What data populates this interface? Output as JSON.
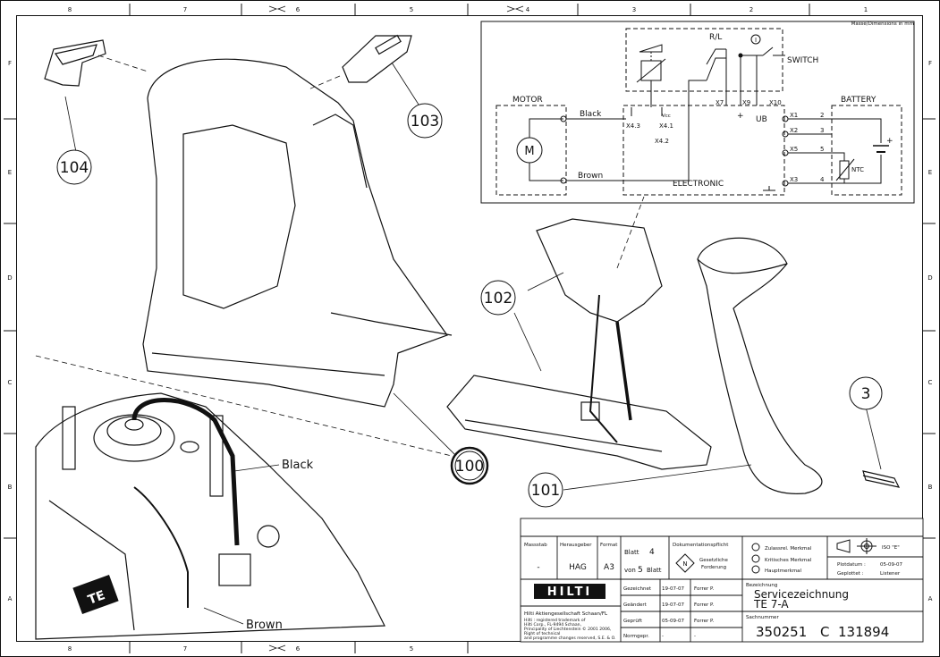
{
  "dimensions_note": "Masse/Dimensions in mm",
  "border": {
    "columns_top": [
      "8",
      "7",
      "6",
      "5",
      "4",
      "3",
      "2",
      "1"
    ],
    "columns_bottom": [
      "8",
      "7",
      "6",
      "5"
    ],
    "rows": [
      "F",
      "E",
      "D",
      "C",
      "B",
      "A"
    ]
  },
  "schematic": {
    "motor_title": "MOTOR",
    "motor_symbol": "M",
    "wire_black": "Black",
    "wire_brown": "Brown",
    "switch_title": "SWITCH",
    "rl_label": "R/L",
    "power_symbol": "I",
    "electronic_title": "ELECTRONIC",
    "battery_title": "BATTERY",
    "ntc_label": "NTC",
    "x43": "X4.3",
    "x41": "X4.1",
    "x42": "X4.2",
    "vcc": "Vcc",
    "x7": "X7",
    "x9": "X9",
    "x10": "X10",
    "plus": "+",
    "ub": "UB",
    "terminals": [
      "X1",
      "X2",
      "X5",
      "X3"
    ],
    "battery_pins": [
      "2",
      "3",
      "5",
      "4"
    ]
  },
  "callouts": {
    "c104": "104",
    "c103": "103",
    "c102": "102",
    "c100": "100",
    "c101": "101",
    "c3": "3"
  },
  "detail": {
    "black_label": "Black",
    "brown_label": "Brown",
    "handle_mark": "TE"
  },
  "title_block": {
    "massstab_h": "Massstab",
    "massstab_v": "-",
    "herausgeber_h": "Herausgeber",
    "herausgeber_v": "HAG",
    "format_h": "Format",
    "format_v": "A3",
    "blatt": "Blatt",
    "blatt_v": "4",
    "von": "von",
    "von_v": "5",
    "blatt2": "Blatt",
    "doku_h": "Dokumentationspflicht",
    "doku_n": "N",
    "gesetzliche": "Gesetzliche",
    "forderung": "Forderung",
    "zulass": "Zulassrel. Merkmal",
    "kritisch": "Kritisches Merkmal",
    "haupt": "Hauptmerkmal",
    "iso": "ISO \"E\"",
    "plotdatum_l": "Plotdatum :",
    "plotdatum_v": "05-09-07",
    "geplottet_l": "Geplottet :",
    "geplottet_v": "Listener",
    "logo": "HILTI",
    "company": "Hilti Aktiengesellschaft Schaan/FL",
    "legal": [
      "Hilti : registered trademark of",
      "Hilti Corp., FL-9494 Schaan,",
      "Principality of Liechtenstein © 2001 2006,",
      "Right of technical",
      "and programme changes reserved, S.E. & O."
    ],
    "rows": [
      {
        "label": "Gezeichnet",
        "date": "19-07-07",
        "name": "Forrer P."
      },
      {
        "label": "Geändert",
        "date": "19-07-07",
        "name": "Forrer P."
      },
      {
        "label": "Geprüft",
        "date": "05-09-07",
        "name": "Forrer P."
      },
      {
        "label": "Normgepr.",
        "date": "-",
        "name": "-"
      }
    ],
    "bezeichnung_h": "Bezeichnung",
    "bezeichnung_1": "Servicezeichnung",
    "bezeichnung_2": "TE 7-A",
    "sachnummer_h": "Sachnummer",
    "sachnummer": "350251",
    "index": "C",
    "docnum": "131894"
  },
  "colors": {
    "line": "#111111",
    "paper": "#ffffff",
    "logo_bg": "#111111",
    "logo_fg": "#ffffff"
  }
}
